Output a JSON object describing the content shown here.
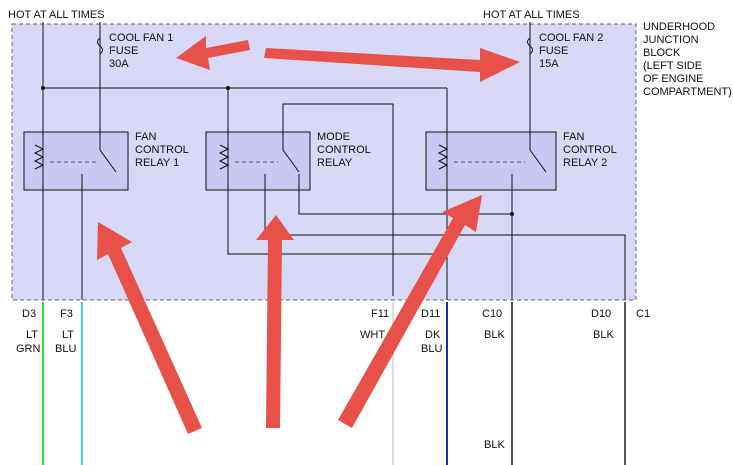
{
  "feeds": {
    "left": "HOT AT ALL TIMES",
    "right": "HOT AT ALL TIMES"
  },
  "junction_block": {
    "lines": [
      "UNDERHOOD",
      "JUNCTION",
      "BLOCK",
      "(LEFT SIDE",
      "OF ENGINE",
      "COMPARTMENT)"
    ]
  },
  "fuses": [
    {
      "lines": [
        "COOL FAN 1",
        "FUSE",
        "30A"
      ]
    },
    {
      "lines": [
        "COOL FAN 2",
        "FUSE",
        "15A"
      ]
    }
  ],
  "relays": [
    {
      "lines": [
        "FAN",
        "CONTROL",
        "RELAY 1"
      ]
    },
    {
      "lines": [
        "MODE",
        "CONTROL",
        "RELAY"
      ]
    },
    {
      "lines": [
        "FAN",
        "CONTROL",
        "RELAY 2"
      ]
    }
  ],
  "terminals": [
    "D3",
    "F3",
    "F11",
    "D11",
    "C10",
    "D10",
    "C1"
  ],
  "wires": [
    {
      "lines": [
        "LT",
        "GRN"
      ],
      "color": "#3ddc3d"
    },
    {
      "lines": [
        "LT",
        "BLU"
      ],
      "color": "#35d8e6"
    },
    {
      "lines": [
        "WHT"
      ],
      "color": "#dcdcdc"
    },
    {
      "lines": [
        "DK",
        "BLU"
      ],
      "color": "#1a2fa8"
    },
    {
      "lines": [
        "BLK"
      ],
      "color": "#555555"
    },
    {
      "lines": [
        "BLK"
      ],
      "color": "#555555"
    }
  ],
  "bottom_label": "BLK",
  "colors": {
    "junction_fill": "#d8d8f7",
    "relay_fill": "#c8c8f2",
    "annotation_arrow": "#e8514a"
  }
}
